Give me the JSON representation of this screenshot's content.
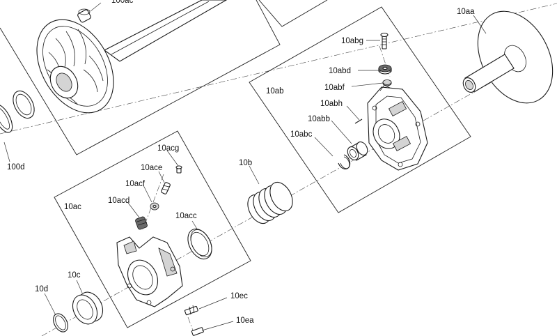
{
  "colors": {
    "line": "#1a1a1a",
    "background": "#ffffff"
  },
  "labels": {
    "l100ac": "100ac",
    "l100d": "100d",
    "l10aa": "10aa",
    "l10ab": "10ab",
    "l10abg": "10abg",
    "l10abd": "10abd",
    "l10abf": "10abf",
    "l10abh": "10abh",
    "l10abb": "10abb",
    "l10abc": "10abc",
    "l10b": "10b",
    "l10ac": "10ac",
    "l10acg": "10acg",
    "l10ace": "10ace",
    "l10acf": "10acf",
    "l10acd": "10acd",
    "l10acc": "10acc",
    "l10c": "10c",
    "l10d": "10d",
    "l10ec": "10ec",
    "l10ea": "10ea"
  }
}
